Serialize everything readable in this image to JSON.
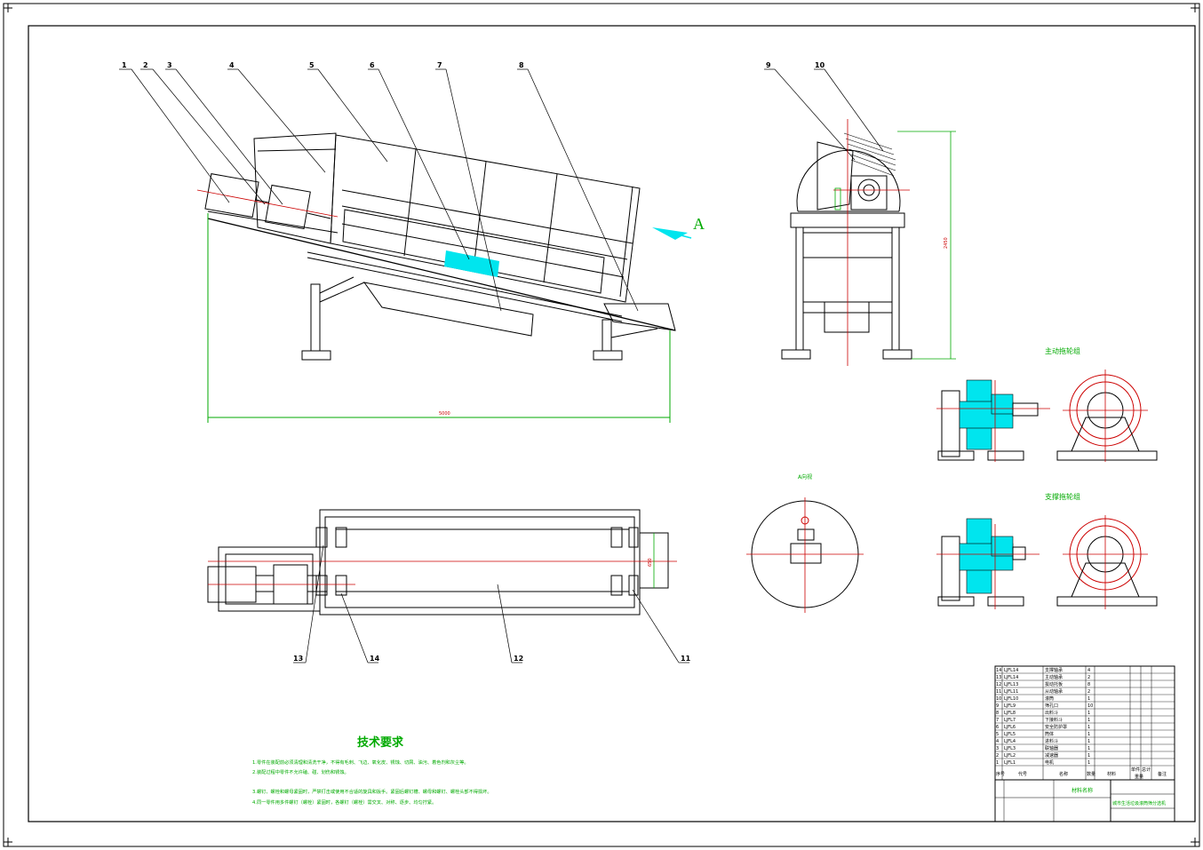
{
  "view_a_arrow_label": "A",
  "view_a_title": "A向视",
  "drive_wheel_group_title": "主动拖轮组",
  "support_wheel_group_title": "支撑拖轮组",
  "tech_requirements": {
    "title": "技术要求",
    "items": [
      "1.零件在装配前必须清理和清洗干净，不得有毛刺、飞边、氧化皮、锈蚀、切屑、油污、着色剂和灰尘等。",
      "2.装配过程中零件不允许磕、碰、划伤和锈蚀。",
      "3.螺钉、螺栓和螺母紧固时，严禁打击或使用不合适的旋具和扳手。紧固后螺钉槽、螺母和螺钉、螺栓头部不得损坏。",
      "4.同一零件用多件螺钉（螺栓）紧固时，各螺钉（螺栓）需交叉、对称、逐步、均匀拧紧。"
    ]
  },
  "balloons_top": [
    "1",
    "2",
    "3",
    "4",
    "5",
    "6",
    "7",
    "8",
    "9",
    "10"
  ],
  "balloons_bottom": [
    "13",
    "14",
    "12",
    "11"
  ],
  "dimensions": {
    "overall_length": "5000",
    "height": "2450",
    "plan_width": "650"
  },
  "bom": {
    "rows": [
      {
        "no": "14",
        "code": "LJFL14",
        "name": "支撑轴承",
        "qty": "4"
      },
      {
        "no": "13",
        "code": "LJFL14",
        "name": "主动轴承",
        "qty": "2"
      },
      {
        "no": "12",
        "code": "LJFL13",
        "name": "拔动托板",
        "qty": "8"
      },
      {
        "no": "11",
        "code": "LJFL11",
        "name": "从动轴承",
        "qty": "2"
      },
      {
        "no": "10",
        "code": "LJFL10",
        "name": "滚筒",
        "qty": "1"
      },
      {
        "no": "9",
        "code": "LJFL9",
        "name": "筛孔口",
        "qty": "10"
      },
      {
        "no": "8",
        "code": "LJFL8",
        "name": "出料斗",
        "qty": "1"
      },
      {
        "no": "7",
        "code": "LJFL7",
        "name": "下接料斗",
        "qty": "1"
      },
      {
        "no": "6",
        "code": "LJFL6",
        "name": "安全防护罩",
        "qty": "1"
      },
      {
        "no": "5",
        "code": "LJFL5",
        "name": "筒体",
        "qty": "1"
      },
      {
        "no": "4",
        "code": "LJFL4",
        "name": "进料斗",
        "qty": "1"
      },
      {
        "no": "3",
        "code": "LJFL3",
        "name": "联轴器",
        "qty": "1"
      },
      {
        "no": "2",
        "code": "LJFL2",
        "name": "减速器",
        "qty": "1"
      },
      {
        "no": "1",
        "code": "LJFL1",
        "name": "电机",
        "qty": "1"
      }
    ],
    "header": {
      "no": "序号",
      "code": "代号",
      "name": "名称",
      "qty": "数量",
      "material": "材料",
      "unit_weight": "单件",
      "total_weight": "总计",
      "weight": "重量",
      "remark": "备注"
    },
    "material_label": "材料名称",
    "drawing_title": "城市生活垃圾滚筒筛分选机"
  }
}
